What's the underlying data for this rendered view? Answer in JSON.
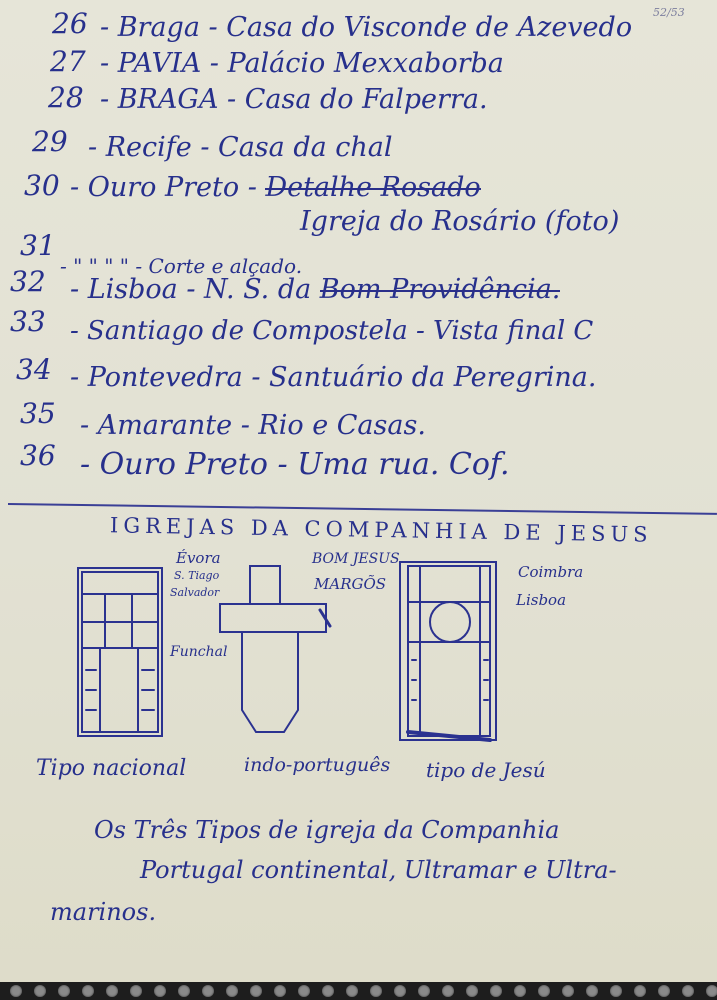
{
  "page_ref": "52/53",
  "lines": [
    {
      "num": "26",
      "text": "- Braga - Casa do Visconde de Azevedo"
    },
    {
      "num": "27",
      "text": "- PAVIA - Palácio Mexxaborba"
    },
    {
      "num": "28",
      "text": "- BRAGA - Casa do Falperra."
    },
    {
      "num": "29",
      "text": "- Recife - Casa da chal"
    },
    {
      "num": "30",
      "text": "- Ouro Preto -",
      "struck": "Detalhe Rosado",
      "line2": "Igreja do Rosário (foto)"
    },
    {
      "num": "31",
      "text": "- \"  \"  \"  \" - Corte e alçado."
    },
    {
      "num": "32",
      "text": "- Lisboa - N. S. da",
      "struck": "Bom Providência."
    },
    {
      "num": "33",
      "text": "- Santiago de Compostela - Vista final C"
    },
    {
      "num": "34",
      "text": "- Pontevedra - Santuário da Peregrina."
    },
    {
      "num": "35",
      "text": "- Amarante - Rio e Casas."
    },
    {
      "num": "36",
      "text": "- Ouro Preto - Uma rua. Cof."
    }
  ],
  "heading": "IGREJAS DA COMPANHIA DE JESUS",
  "sketch_labels": {
    "evora": "Évora",
    "evora_sub1": "S. Tiago",
    "evora_sub2": "Salvador",
    "funchal": "Funchal",
    "bomjesus": "BOM JESUS",
    "margos": "MARGÕS",
    "coimbra": "Coimbra",
    "lisboa": "Lisboa"
  },
  "captions": [
    "Tipo nacional",
    "indo-português",
    "tipo de Jesú"
  ],
  "note": [
    "Os Três Tipos de igreja da Companhia",
    "Portugal continental, Ultramar e Ultra-",
    "marinos."
  ]
}
